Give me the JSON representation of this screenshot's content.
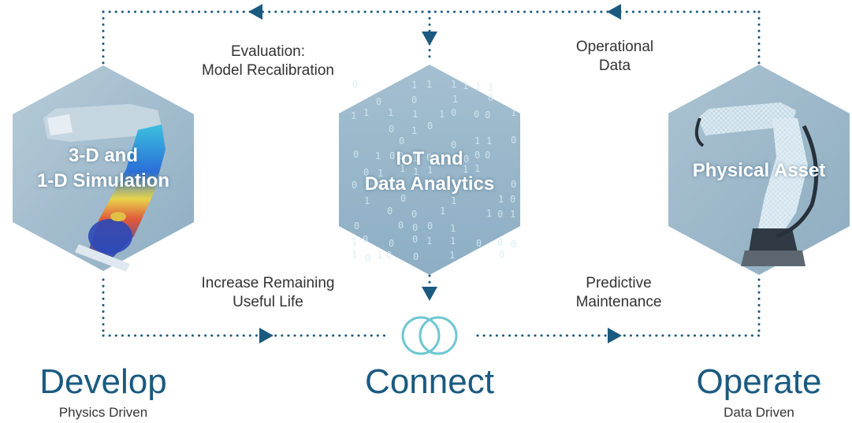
{
  "colors": {
    "accent": "#1a5a80",
    "hexagon": "#95b4c8",
    "connector": "#6fc7d2",
    "text": "#333333"
  },
  "flow_labels": {
    "top_left": "Evaluation:\nModel Recalibration",
    "top_right": "Operational\nData",
    "bottom_left": "Increase Remaining\nUseful Life",
    "bottom_right": "Predictive\nMaintenance"
  },
  "hexagons": {
    "left": {
      "title": "3-D and\n1-D Simulation",
      "image": "robot-arm-stress-simulation"
    },
    "center": {
      "title": "IoT and\nData Analytics",
      "image": "binary-data-stream"
    },
    "right": {
      "title": "Physical Asset",
      "image": "robot-arm-wireframe"
    }
  },
  "stages": {
    "develop": {
      "title": "Develop",
      "subtitle": "Physics Driven"
    },
    "connect": {
      "title": "Connect",
      "subtitle": ""
    },
    "operate": {
      "title": "Operate",
      "subtitle": "Data Driven"
    }
  },
  "icons": {
    "connector": "interlocking-rings-icon",
    "arrows": "triangle-arrow-icon"
  }
}
